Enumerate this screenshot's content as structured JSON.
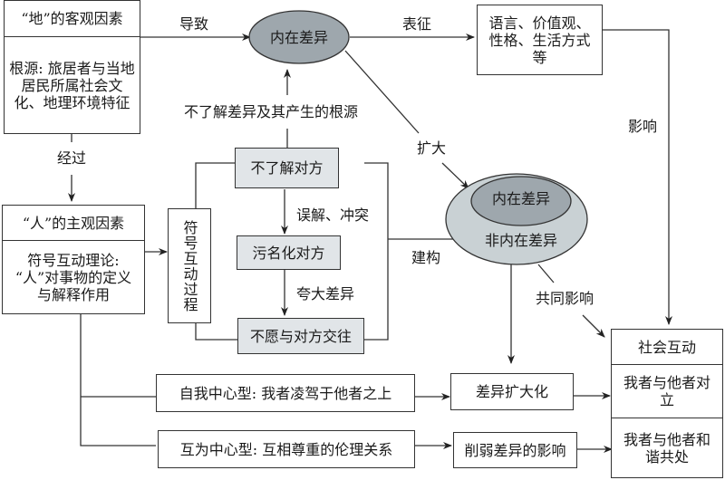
{
  "boxes": {
    "di_header": "“地”的客观因素",
    "di_body": "根源: 旅居者与当地居民所属社会文化、地理环境特征",
    "ren_header": "“人”的主观因素",
    "ren_body": "符号互动理论: “人”对事物的定义与解释作用",
    "symbolic_process": "符号互动过程",
    "not_understand": "不了解对方",
    "stigmatize": "污名化对方",
    "unwilling": "不愿与对方交往",
    "traits": "语言、价值观、性格、生活方式等",
    "egocentric": "自我中心型: 我者凌驾于他者之上",
    "mutual": "互为中心型: 互相尊重的伦理关系",
    "diff_enlarge": "差异扩大化",
    "weaken": "削弱差异的影响",
    "social_header": "社会互动",
    "oppose": "我者与他者对立",
    "harmony": "我者与他者和谐共处"
  },
  "ellipses": {
    "inner_top": "内在差异",
    "inner_nested": "内在差异",
    "non_inner": "非内在差异"
  },
  "labels": {
    "lead_to": "导致",
    "represent": "表征",
    "influence": "影响",
    "through": "经过",
    "no_root": "不了解差异及其产生的根源",
    "enlarge": "扩大",
    "misunderstand": "误解、冲突",
    "exaggerate": "夸大差异",
    "construct": "建构",
    "jointly": "共同影响"
  },
  "colors": {
    "ellipse_dark": "#9ea7ad",
    "ellipse_light": "#c9d1d4",
    "box_grey": "#e1e5e8",
    "line": "#333333"
  }
}
